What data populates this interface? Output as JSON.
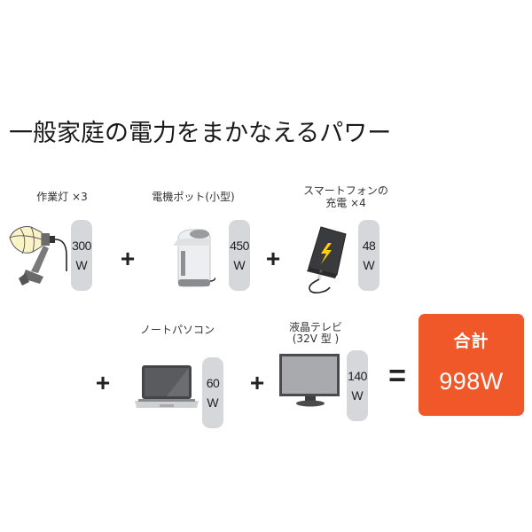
{
  "title": "一般家庭の電力をまかなえるパワー",
  "items": [
    {
      "label": "作業灯 ×3",
      "label_line2": "",
      "watts_num": "300",
      "watts_unit": "W",
      "icon": "work-light-icon"
    },
    {
      "label": "電機ポット(小型)",
      "label_line2": "",
      "watts_num": "450",
      "watts_unit": "W",
      "icon": "electric-pot-icon"
    },
    {
      "label": "スマートフォンの",
      "label_line2": "充電 ×4",
      "watts_num": "48",
      "watts_unit": "W",
      "icon": "smartphone-icon"
    },
    {
      "label": "ノートパソコン",
      "label_line2": "",
      "watts_num": "60",
      "watts_unit": "W",
      "icon": "laptop-icon"
    },
    {
      "label": "液晶テレビ",
      "label_line2": "(32V 型 )",
      "watts_num": "140",
      "watts_unit": "W",
      "icon": "tv-icon"
    }
  ],
  "operators": {
    "plus": "+",
    "equals": "="
  },
  "total": {
    "label": "合計",
    "value": "998W",
    "color": "#f0582a"
  },
  "colors": {
    "pill": "#d6d7da",
    "text": "#222222",
    "accent": "#f0582a"
  }
}
